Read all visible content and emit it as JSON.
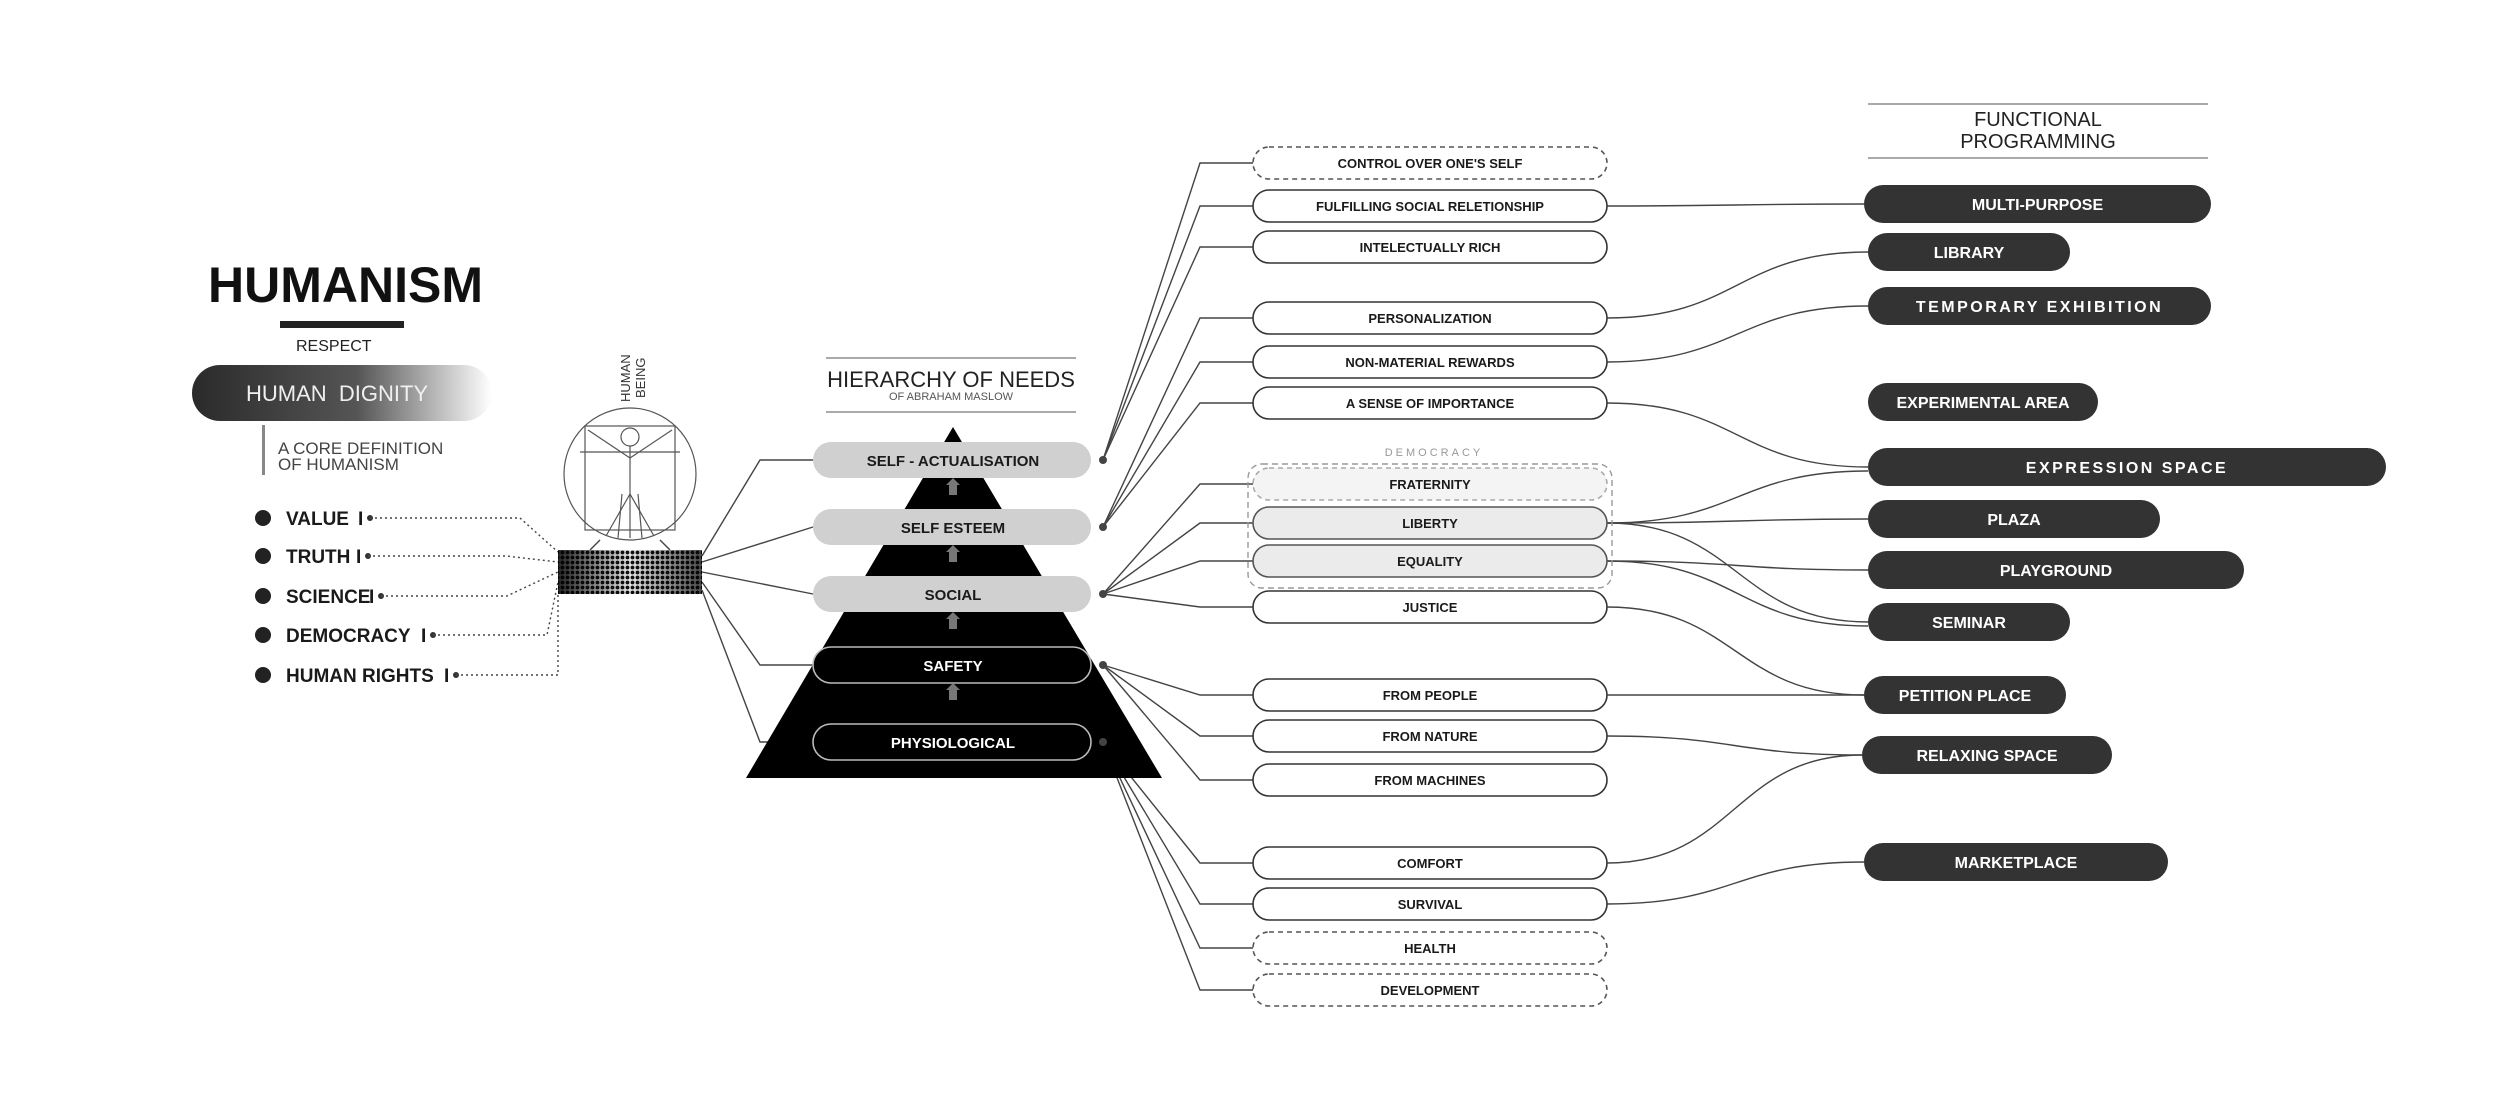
{
  "left": {
    "title": "HUMANISM",
    "respect": "RESPECT",
    "dignity": "HUMAN  DIGNITY",
    "core_line1": "A CORE DEFINITION",
    "core_line2": "OF HUMANISM",
    "human_being_line1": "HUMAN",
    "human_being_line2": "BEING",
    "values": [
      "VALUE",
      "TRUTH",
      "SCIENCE",
      "DEMOCRACY",
      "HUMAN RIGHTS"
    ],
    "value_mark": "I"
  },
  "pyramid": {
    "title": "HIERARCHY OF NEEDS",
    "subtitle": "OF ABRAHAM MASLOW",
    "levels": [
      "SELF - ACTUALISATION",
      "SELF ESTEEM",
      "SOCIAL",
      "SAFETY",
      "PHYSIOLOGICAL"
    ]
  },
  "needs": {
    "democracy_label": "DEMOCRACY",
    "items": [
      {
        "label": "CONTROL OVER ONE'S SELF",
        "style": "dashed"
      },
      {
        "label": "FULFILLING SOCIAL RELETIONSHIP",
        "style": "solid"
      },
      {
        "label": "INTELECTUALLY RICH",
        "style": "solid"
      },
      {
        "label": "PERSONALIZATION",
        "style": "solid"
      },
      {
        "label": "NON-MATERIAL REWARDS",
        "style": "solid"
      },
      {
        "label": "A SENSE OF IMPORTANCE",
        "style": "solid"
      },
      {
        "label": "FRATERNITY",
        "style": "dashed"
      },
      {
        "label": "LIBERTY",
        "style": "grey"
      },
      {
        "label": "EQUALITY",
        "style": "grey"
      },
      {
        "label": "JUSTICE",
        "style": "solid"
      },
      {
        "label": "FROM PEOPLE",
        "style": "solid"
      },
      {
        "label": "FROM NATURE",
        "style": "solid"
      },
      {
        "label": "FROM MACHINES",
        "style": "solid"
      },
      {
        "label": "COMFORT",
        "style": "solid"
      },
      {
        "label": "SURVIVAL",
        "style": "solid"
      },
      {
        "label": "HEALTH",
        "style": "dashed"
      },
      {
        "label": "DEVELOPMENT",
        "style": "dashed"
      }
    ]
  },
  "functional": {
    "title_line1": "FUNCTIONAL",
    "title_line2": "PROGRAMMING",
    "items": [
      "MULTI-PURPOSE",
      "LIBRARY",
      "TEMPORARY EXHIBITION",
      "EXPERIMENTAL AREA",
      "EXPRESSION SPACE",
      "PLAZA",
      "PLAYGROUND",
      "SEMINAR",
      "PETITION PLACE",
      "RELAXING SPACE",
      "MARKETPLACE"
    ]
  },
  "colors": {
    "dark_pill": "#333333",
    "pyramid": "#000000",
    "grey_band": "#d0d0d0",
    "line": "#444444"
  }
}
